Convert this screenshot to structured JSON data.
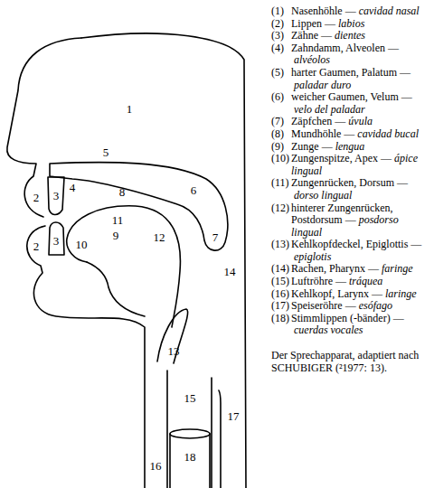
{
  "diagram": {
    "caption": "Der Sprechapparat, adaptiert nach SCHUBIGER (²1977: 13).",
    "labels": [
      "1",
      "5",
      "4",
      "8",
      "6",
      "2",
      "3",
      "11",
      "10",
      "9",
      "12",
      "7",
      "2",
      "3",
      "14",
      "13",
      "15",
      "17",
      "16",
      "18",
      "(1)",
      "Nasenhöhle —",
      "cavidad nasal",
      "(2)",
      "Lippen —",
      "labios",
      "(3)",
      "Zähne —",
      "dientes",
      "(4)",
      "Zahndamm, Alveolen —",
      "alvéolos",
      "(5)",
      "harter Gaumen, Palatum —",
      "paladar duro",
      "(6)",
      "weicher Gaumen, Velum —",
      "velo del paladar",
      "(7)",
      "Zäpfchen —",
      "úvula",
      "(8)",
      "Mundhöhle —",
      "cavidad bucal",
      "(9)",
      "Zunge —",
      "lengua",
      "(10)",
      "Zungenspitze, Apex —",
      "ápice lingual",
      "(11)",
      "Zungenrücken, Dorsum —",
      "dorso lingual",
      "(12)",
      "hinterer Zungenrücken, Postdorsum —",
      "posdorso lingual",
      "(13)",
      "Kehlkopfdeckel, Epiglottis —",
      "epiglotis",
      "(14)",
      "Rachen, Pharynx —",
      "faringe",
      "(15)",
      "Luftröhre —",
      "tráquea",
      "(16)",
      "Kehlkopf, Larynx —",
      "laringe",
      "(17)",
      "Speiseröhre —",
      "esófago",
      "(18)",
      "Stimmlippen (-bänder) —",
      "cuerdas vocales"
    ]
  }
}
